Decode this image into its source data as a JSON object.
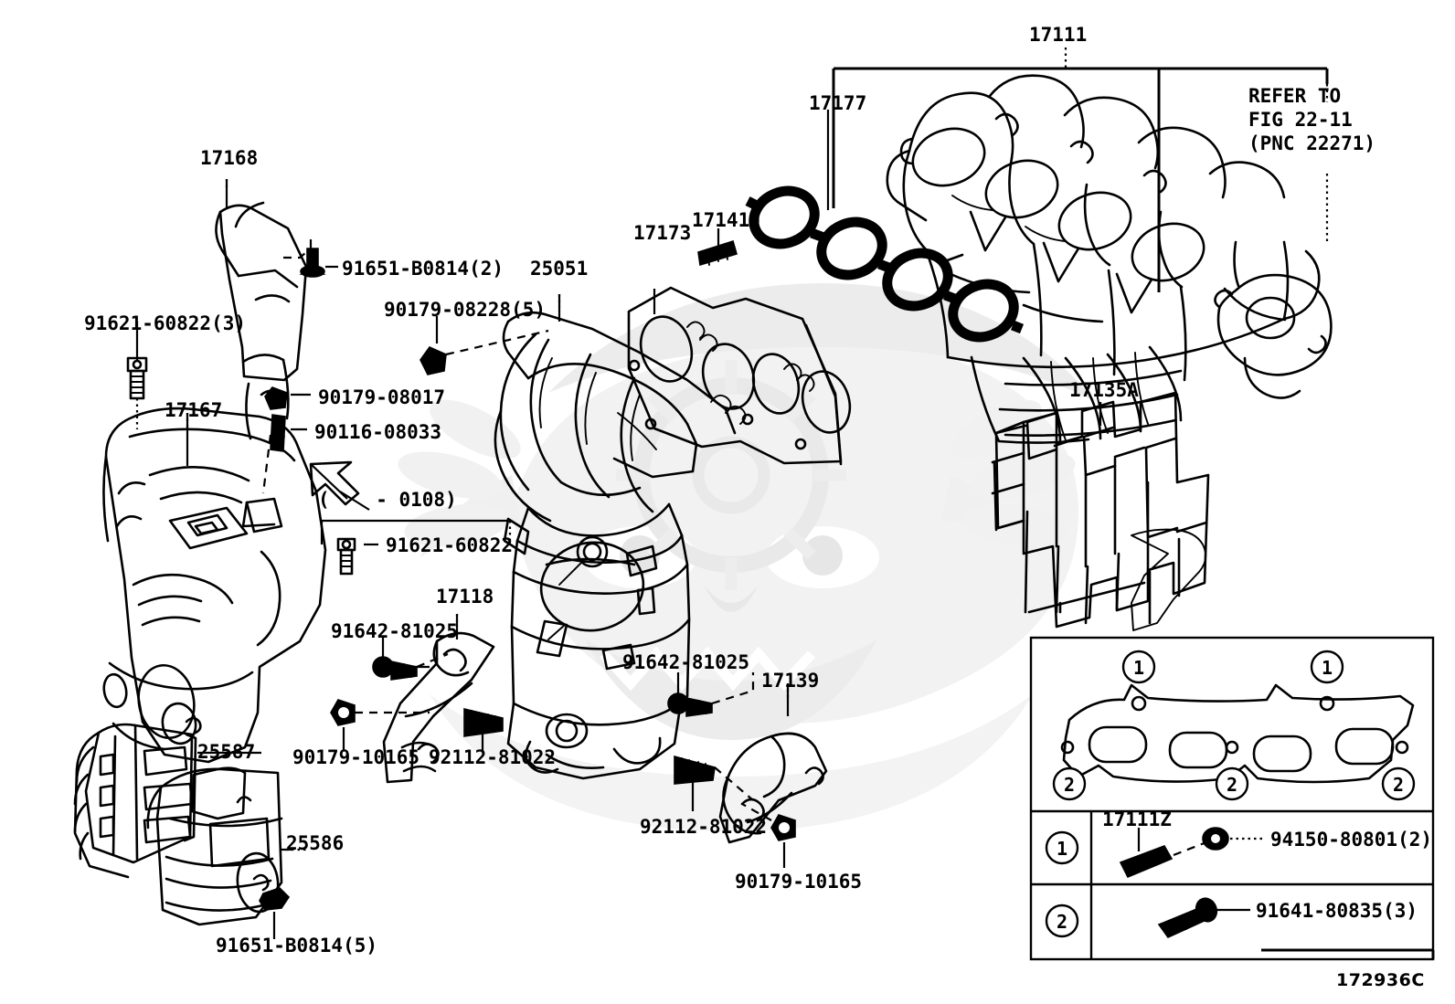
{
  "figure": {
    "code": "172936C",
    "refer_note_line1": "REFER TO",
    "refer_note_line2": "FIG 22-11",
    "refer_note_line3": "(PNC 22271)",
    "date_note": "(    - 0108)"
  },
  "labels": {
    "manifold_intake": "17111",
    "gasket_intake_chain": "17177",
    "gasket_exhaust": "17173",
    "stud_17141j": "17141J",
    "manifold_exhaust_cat": "25051",
    "bracket_17168": "17168",
    "heat_insulator_17167": "17167",
    "bracket_17118": "17118",
    "bracket_17139": "17139",
    "insulator_17135a": "17135A",
    "shield_25587": "25587",
    "shield_25586": "25586",
    "bolt_91651_b0814_2": "91651-B0814(2)",
    "bolt_91651_b0814_5": "91651-B0814(5)",
    "bolt_91621_60822_3": "91621-60822(3)",
    "bolt_91621_60822": "91621-60822",
    "nut_90179_08228_5": "90179-08228(5)",
    "nut_90179_08017": "90179-08017",
    "stud_90116_08033": "90116-08033",
    "bolt_91642_81025_a": "91642-81025",
    "bolt_91642_81025_b": "91642-81025",
    "nut_90179_10165_a": "90179-10165",
    "nut_90179_10165_b": "90179-10165",
    "stud_92112_81022_a": "92112-81022",
    "stud_92112_81022_b": "92112-81022"
  },
  "legend": {
    "callout_one": "1",
    "callout_two": "2",
    "gasket_markers_top": [
      "1",
      "1"
    ],
    "gasket_markers_bottom": [
      "2",
      "2",
      "2"
    ],
    "row1_part": "17111Z",
    "row1_nut": "94150-80801(2)",
    "row2_bolt": "91641-80835(3)"
  }
}
